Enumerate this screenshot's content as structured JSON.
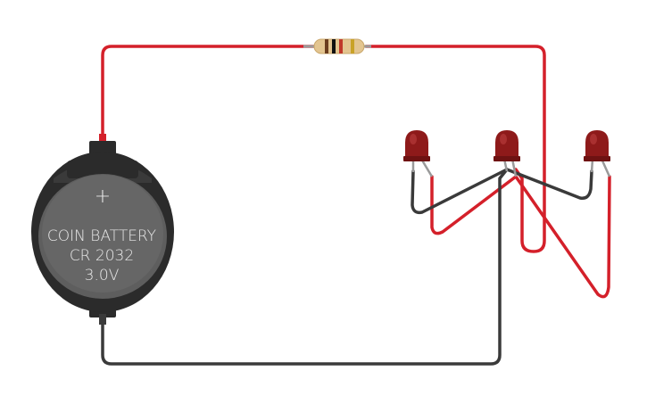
{
  "battery": {
    "line1": "COIN BATTERY",
    "line2": "CR 2032",
    "line3": "3.0V",
    "plus_symbol": "+"
  },
  "components": {
    "resistor": "resistor",
    "leds": [
      "led-1",
      "led-2",
      "led-3"
    ]
  },
  "colors": {
    "wire_positive": "#d4202a",
    "wire_negative": "#3a3a3a",
    "led_body": "#9b1c1c",
    "battery_body": "#5a5a5a",
    "resistor_body": "#e0c08a"
  }
}
